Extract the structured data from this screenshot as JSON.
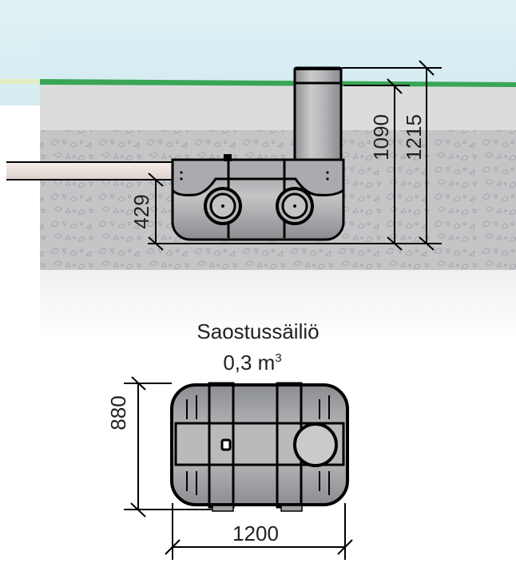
{
  "diagram": {
    "title": "Saostussäiliö",
    "volume_label": "0,3 m",
    "volume_superscript": "3",
    "side_view": {
      "dimensions": {
        "pipe_inlet_depth": "429",
        "tank_height_to_ground": "1090",
        "total_height": "1215"
      }
    },
    "top_view": {
      "dimensions": {
        "width": "880",
        "length": "1200"
      }
    }
  },
  "colors": {
    "sky": "#daeff3",
    "grass": "#3aa655",
    "grass_left": "#e3ecc4",
    "soil_top": "#dcdcdd",
    "gravel": "#c4c5c7",
    "below_ground": "#f6f6f6",
    "tank_body": "#a9abae",
    "outline": "#000000",
    "pipe": "#efe4e0"
  }
}
